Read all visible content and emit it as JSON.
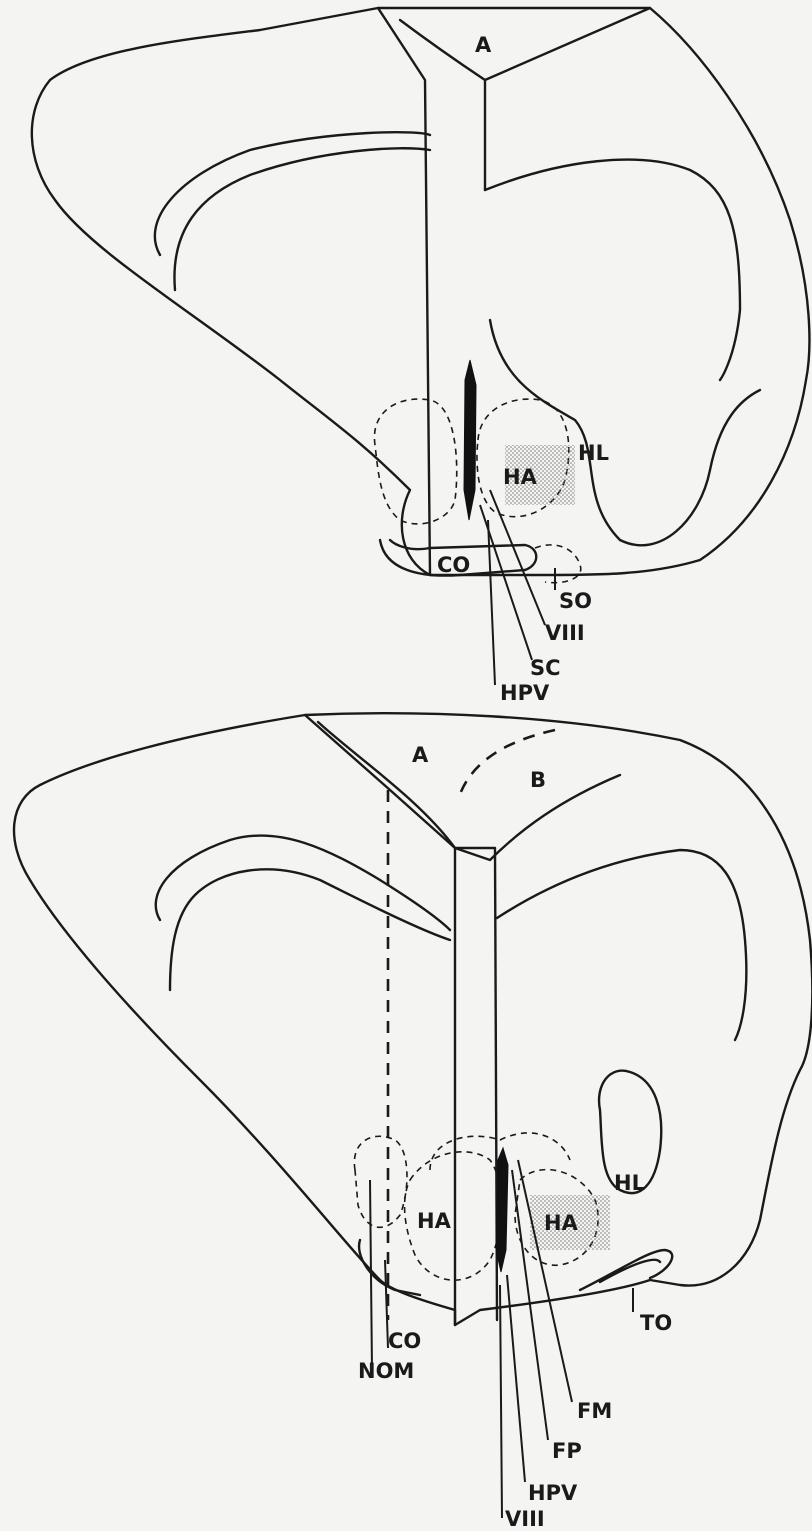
{
  "diagram": {
    "section_1": {
      "labels": {
        "A": "A",
        "HL": "HL",
        "HA": "HA",
        "CO": "CO",
        "SO": "SO",
        "VIII": "VIII",
        "SC": "SC",
        "HPV": "HPV"
      }
    },
    "section_2": {
      "labels": {
        "A": "A",
        "B": "B",
        "HL": "HL",
        "HA_left": "HA",
        "HA_right": "HA",
        "CO": "CO",
        "NOM": "NOM",
        "TO": "TO",
        "FM": "FM",
        "FP": "FP",
        "HPV": "HPV",
        "VIII": "VIII"
      }
    },
    "colors": {
      "background": "#f4f4f2",
      "ink": "#1a1a1a",
      "stipple": "#777777"
    }
  }
}
